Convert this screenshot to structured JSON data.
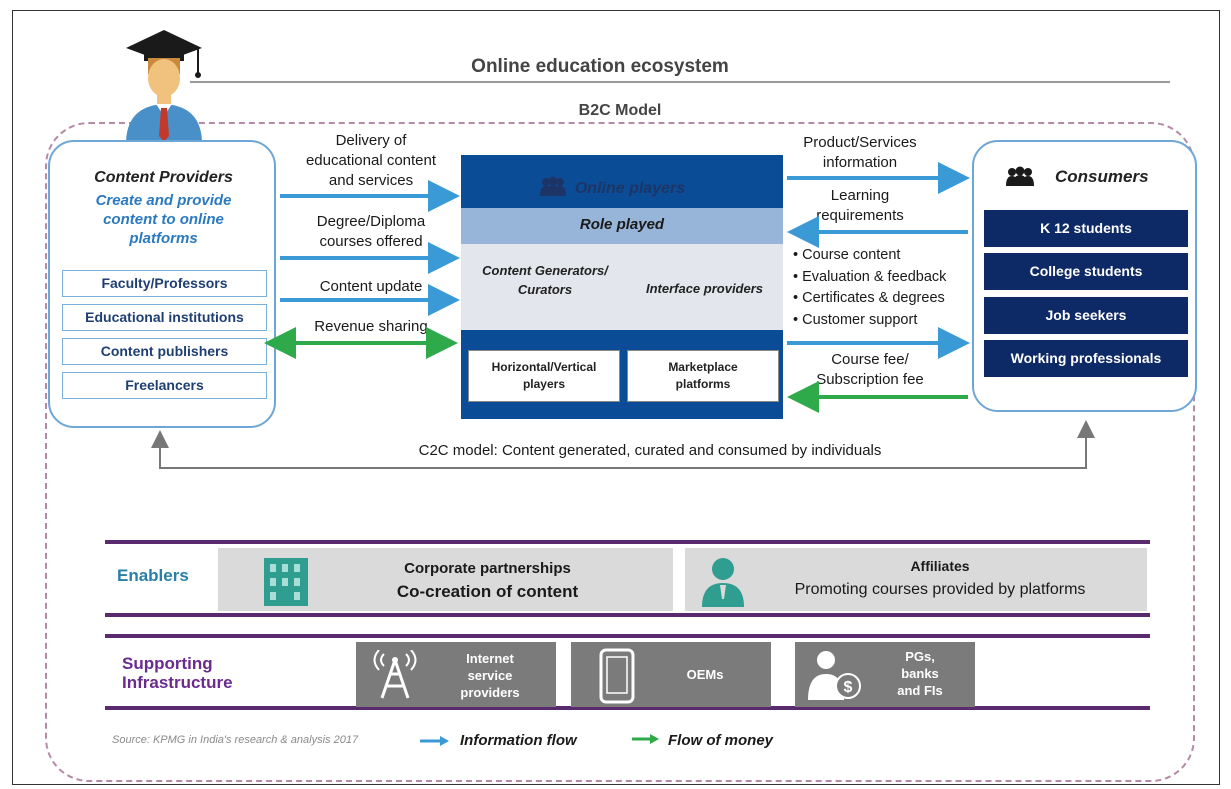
{
  "title": "Online education ecosystem",
  "b2c_label": "B2C Model",
  "providers": {
    "title": "Content Providers",
    "subtitle": [
      "Create and provide",
      "content to online",
      "platforms"
    ],
    "items": [
      "Faculty/Professors",
      "Educational institutions",
      "Content publishers",
      "Freelancers"
    ]
  },
  "left_flows": [
    [
      "Delivery of",
      "educational content",
      "and services"
    ],
    [
      "Degree/Diploma",
      "courses offered"
    ],
    [
      "Content update"
    ],
    [
      "Revenue sharing"
    ]
  ],
  "center": {
    "header": "Online players",
    "role": "Role played",
    "left_role": [
      "Content Generators/",
      "Curators"
    ],
    "right_role": "Interface providers",
    "sub_left": [
      "Horizontal/Vertical",
      "players"
    ],
    "sub_right": [
      "Marketplace",
      "platforms"
    ]
  },
  "right_flows": {
    "product": [
      "Product/Services",
      "information"
    ],
    "learning": [
      "Learning",
      "requirements"
    ],
    "bullets": [
      "• Course content",
      "• Evaluation & feedback",
      "• Certificates & degrees",
      "• Customer support"
    ],
    "fee": [
      "Course fee/",
      "Subscription fee"
    ]
  },
  "consumers": {
    "title": "Consumers",
    "items": [
      "K 12 students",
      "College students",
      "Job seekers",
      "Working professionals"
    ]
  },
  "c2c_label": "C2C model: Content generated, curated and consumed by individuals",
  "enablers": {
    "label": "Enablers",
    "corp": [
      "Corporate partnerships",
      "Co-creation of content"
    ],
    "aff": [
      "Affiliates",
      "Promoting courses provided by platforms"
    ]
  },
  "infrastructure": {
    "label": [
      "Supporting",
      "Infrastructure"
    ],
    "isp": [
      "Internet",
      "service",
      "providers"
    ],
    "oems": "OEMs",
    "pgs": [
      "PGs,",
      "banks",
      "and FIs"
    ]
  },
  "legend": {
    "source": "Source: KPMG in India's research & analysis 2017",
    "info_flow": "Information flow",
    "money_flow": "Flow of money"
  },
  "colors": {
    "info_arrow": "#3a9ad6",
    "money_arrow": "#2eaa4a",
    "center_blue": "#0b4c96",
    "consumer_navy": "#0e2a66",
    "enabler_rule": "#5a2a6e"
  }
}
